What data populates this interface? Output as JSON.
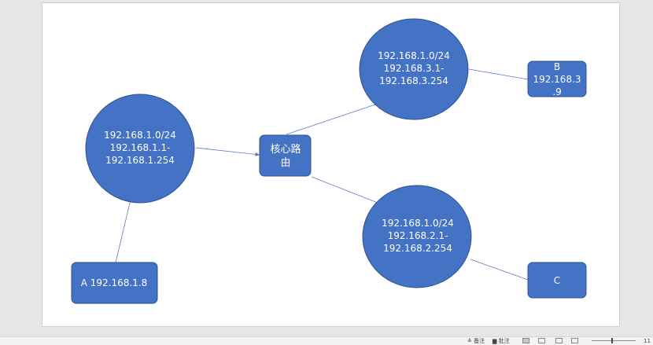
{
  "nodes": {
    "circle_a": {
      "lines": [
        "192.168.1.0/24",
        "192.168.1.1-",
        "192.168.1.254"
      ]
    },
    "circle_b": {
      "lines": [
        "192.168.1.0/24",
        "192.168.3.1-",
        "192.168.3.254"
      ]
    },
    "circle_c": {
      "lines": [
        "192.168.1.0/24",
        "192.168.2.1-",
        "192.168.2.254"
      ]
    },
    "router": {
      "lines": [
        "核心路",
        "由"
      ]
    },
    "host_a": {
      "label": "A 192.168.1.8"
    },
    "host_b": {
      "lines": [
        "B",
        "192.168.3",
        ".9"
      ]
    },
    "host_c": {
      "label": "C"
    }
  },
  "colors": {
    "node_fill": "#4472c4",
    "node_stroke": "#2f528f",
    "edge": "#5b7fc0"
  },
  "statusbar": {
    "notes_label": "≛ 备注",
    "comments_label": "▆ 批注",
    "zoom": "11"
  }
}
